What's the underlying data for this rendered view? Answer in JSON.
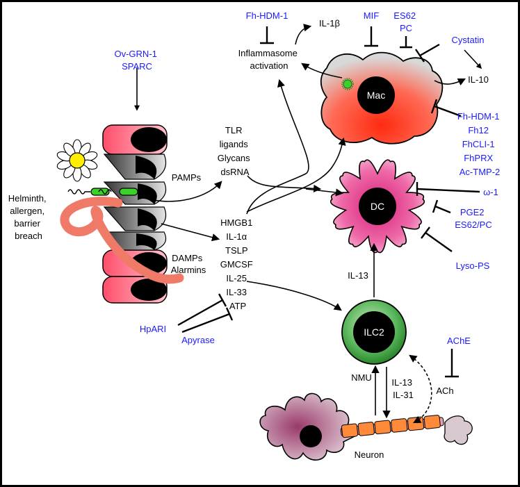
{
  "colors": {
    "text": "#000000",
    "inhibitor_text": "#1a1aff",
    "epithelium": "#ff5a78",
    "macrophage": "#ff3b2a",
    "dc": "#e9559a",
    "ilc2": "#3ba43b",
    "neuron": "#b07090",
    "axon_myelin": "#ff8a3a",
    "worm": "#f08070",
    "flower_petal": "#ffffff",
    "flower_center": "#ffee00"
  },
  "trigger": {
    "lines": [
      "Helminth,",
      "allergen,",
      "barrier",
      "breach"
    ]
  },
  "epithelium_inhibitors": [
    "Ov-GRN-1",
    "SPARC"
  ],
  "pamps": {
    "label": "PAMPs",
    "items": [
      "TLR",
      "ligands",
      "Glycans",
      "dsRNA"
    ]
  },
  "damps": {
    "label_lines": [
      "DAMPs",
      "Alarmins"
    ],
    "items": [
      "HMGB1",
      "IL-1α",
      "TSLP",
      "GMCSF",
      "IL-25",
      "IL-33",
      "ATP"
    ]
  },
  "hpari": "HpARI",
  "apyrase": "Apyrase",
  "inflammasome": {
    "inhibitor": "Fh-HDM-1",
    "lines": [
      "Inflammasome",
      "activation"
    ],
    "product": "IL-1β"
  },
  "mac": {
    "label": "Mac",
    "inhibitors_top": [
      "MIF",
      "ES62",
      "PC"
    ],
    "cystatin": "Cystatin",
    "output": "IL-10",
    "inhibitors_right": [
      "Fh-HDM-1",
      "Fh12",
      "FhCLI-1",
      "FhPRX",
      "Ac-TMP-2"
    ]
  },
  "dc": {
    "label": "DC",
    "omega": "ω-1",
    "pge_lines": [
      "PGE2",
      "ES62/PC"
    ],
    "lyso": "Lyso-PS"
  },
  "ilc2": {
    "label": "ILC2",
    "to_dc": "IL-13"
  },
  "neuron": {
    "label": "Neuron",
    "nmu": "NMU",
    "to_neuron": [
      "IL-13",
      "IL-31"
    ],
    "ach": "ACh",
    "ache": "AChE"
  }
}
